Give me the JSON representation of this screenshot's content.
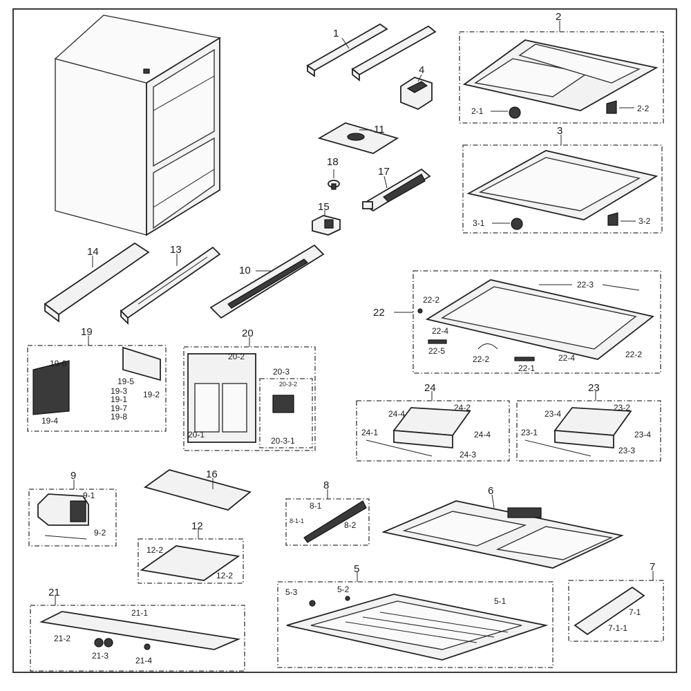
{
  "callouts": {
    "c1": "1",
    "c2": "2",
    "c2_1": "2-1",
    "c2_2": "2-2",
    "c3": "3",
    "c3_1": "3-1",
    "c3_2": "3-2",
    "c4": "4",
    "c5": "5",
    "c5_1": "5-1",
    "c5_2": "5-2",
    "c5_3": "5-3",
    "c6": "6",
    "c7": "7",
    "c7_1": "7-1",
    "c7_1_1": "7-1-1",
    "c8": "8",
    "c8_1": "8-1",
    "c8_1_1": "8-1-1",
    "c8_2": "8-2",
    "c9": "9",
    "c9_1": "9-1",
    "c9_2": "9-2",
    "c10": "10",
    "c11": "11",
    "c12": "12",
    "c12_2a": "12-2",
    "c12_2b": "12-2",
    "c13": "13",
    "c14": "14",
    "c15": "15",
    "c16": "16",
    "c17": "17",
    "c18": "18",
    "c19": "19",
    "c19_1": "19-1",
    "c19_2": "19-2",
    "c19_3": "19-3",
    "c19_4": "19-4",
    "c19_5": "19-5",
    "c19_6": "19-6",
    "c19_7": "19-7",
    "c19_8": "19-8",
    "c20": "20",
    "c20_1": "20-1",
    "c20_2": "20-2",
    "c20_3": "20-3",
    "c20_3_1": "20-3-1",
    "c20_3_2": "20-3-2",
    "c21": "21",
    "c21_1": "21-1",
    "c21_2": "21-2",
    "c21_3": "21-3",
    "c21_4": "21-4",
    "c22": "22",
    "c22_1": "22-1",
    "c22_2a": "22-2",
    "c22_2b": "22-2",
    "c22_2c": "22-2",
    "c22_3": "22-3",
    "c22_4a": "22-4",
    "c22_4b": "22-4",
    "c22_5": "22-5",
    "c23": "23",
    "c23_1": "23-1",
    "c23_2": "23-2",
    "c23_3": "23-3",
    "c23_4a": "23-4",
    "c23_4b": "23-4",
    "c24": "24",
    "c24_1": "24-1",
    "c24_2": "24-2",
    "c24_3": "24-3",
    "c24_4a": "24-4",
    "c24_4b": "24-4"
  }
}
